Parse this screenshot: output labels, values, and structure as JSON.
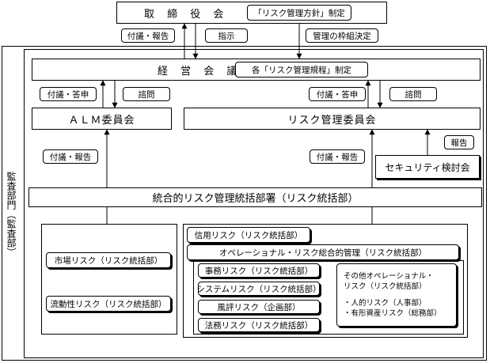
{
  "board": {
    "title": "取 締 役 会",
    "policy": "「リスク管理方針」制定"
  },
  "arrows_top": {
    "report": "付議・報告",
    "instruct": "指示",
    "framework": "管理の枠組決定"
  },
  "management": {
    "title": "経 営 会 議",
    "rules": "各「リスク管理規程」制定"
  },
  "arrows_mid": {
    "left_report": "付議・答申",
    "left_consult": "諮問",
    "right_report": "付議・答申",
    "right_consult": "諮問"
  },
  "alm": "ＡＬＭ委員会",
  "risk_committee": "リスク管理委員会",
  "audit_dept": "監査部門（監査部）",
  "lower_labels": {
    "left_report": "付議・報告",
    "right_report": "付議・報告",
    "security_report": "報告"
  },
  "security": "セキュリティ検討会",
  "integrated": "統合的リスク管理統括部署（リスク統括部）",
  "market_risk": "市場リスク（リスク統括部）",
  "liquidity_risk": "流動性リスク（リスク統括部）",
  "credit_risk": "信用リスク（リスク統括部）",
  "operational_total": "オペレーショナル・リスク総合的管理（リスク統括部）",
  "admin_risk": "事務リスク（リスク統括部）",
  "system_risk": "システムリスク（リスク統括部）",
  "reputation_risk": "風評リスク（企画部）",
  "legal_risk": "法務リスク（リスク統括部）",
  "other_ops": {
    "line1": "その他オペレーショナル・",
    "line2": "リスク（リスク統括部）",
    "line3": "・人的リスク（人事部）",
    "line4": "・有形資産リスク（総務部）"
  }
}
